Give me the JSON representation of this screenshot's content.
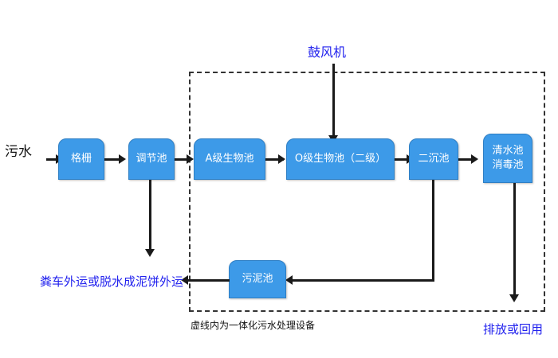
{
  "diagram": {
    "title_label": "鼓风机",
    "inlet_label": "污水",
    "caption": "虚线内为一体化污水处理设备",
    "outlet_label": "排放或回用",
    "sludge_disposal_label": "粪车外运或脱水成泥饼外运",
    "colors": {
      "node_fill": "#3D9AE8",
      "node_border": "#2f7fc4",
      "node_text": "#ffffff",
      "blue_text": "#2222EE",
      "black_text": "#111111",
      "connector": "#1a1a1a",
      "dashed_border": "#333333",
      "background": "#ffffff"
    },
    "nodes": [
      {
        "id": "grid",
        "label": "格栅"
      },
      {
        "id": "regulating",
        "label": "调节池"
      },
      {
        "id": "a-stage",
        "label": "A级生物池"
      },
      {
        "id": "o-stage",
        "label": "O级生物池（二级）"
      },
      {
        "id": "secondary",
        "label": "二沉池"
      },
      {
        "id": "clearwater",
        "label": "清水池\n消毒池"
      },
      {
        "id": "sludge",
        "label": "污泥池"
      }
    ]
  }
}
